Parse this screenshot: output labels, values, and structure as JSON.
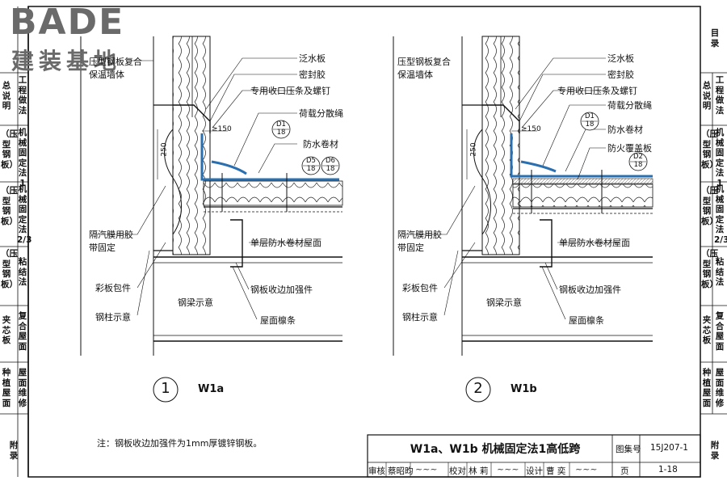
{
  "logo": {
    "main": "BADE",
    "sub": "建装基地"
  },
  "sidebar": {
    "items": [
      {
        "text": "目录",
        "col2": ""
      },
      {
        "text": "总说明",
        "col2": "工程做法"
      },
      {
        "text": "（压型钢板）",
        "col2": "机械固定法1"
      },
      {
        "text": "（压型钢板）",
        "col2": "机械固定法2/3"
      },
      {
        "text": "（压型钢板）",
        "col2": "粘结法"
      },
      {
        "text": "夹芯板",
        "col2": "复合屋面"
      },
      {
        "text": "种植屋面",
        "col2": "屋面维修"
      },
      {
        "text": "附录",
        "col2": ""
      }
    ]
  },
  "fig1": {
    "labels": {
      "top_left_a": "压型钢板复合",
      "top_left_b": "保温墙体",
      "flashing": "泛水板",
      "sealant": "密封胶",
      "strip": "专用收口压条及螺钉",
      "rope": "荷载分散绳",
      "membrane": "防水卷材",
      "tape_a": "隔汽膜用胶",
      "tape_b": "带固定",
      "single_layer": "单层防水卷材屋面",
      "wrap": "彩板包件",
      "stiffener": "钢板收边加强件",
      "beam": "钢梁示意",
      "column": "钢柱示意",
      "purlin": "屋面檩条",
      "dim_150": "≥150",
      "dim_250": "250"
    },
    "badges": [
      {
        "top": "D1",
        "bottom": "18"
      },
      {
        "top": "D5",
        "bottom": "18"
      },
      {
        "top": "D6",
        "bottom": "18"
      }
    ],
    "number": "1",
    "name": "W1a"
  },
  "fig2": {
    "labels": {
      "top_left_a": "压型钢板复合",
      "top_left_b": "保温墙体",
      "flashing": "泛水板",
      "sealant": "密封胶",
      "strip": "专用收口压条及螺钉",
      "rope": "荷载分散绳",
      "membrane": "防水卷材",
      "fire_board": "防火覆盖板",
      "tape_a": "隔汽膜用胶",
      "tape_b": "带固定",
      "single_layer": "单层防水卷材屋面",
      "wrap": "彩板包件",
      "stiffener": "钢板收边加强件",
      "beam": "钢梁示意",
      "column": "钢柱示意",
      "purlin": "屋面檩条",
      "dim_150": "≥150",
      "dim_250": "250"
    },
    "badges": [
      {
        "top": "D1",
        "bottom": "18"
      },
      {
        "top": "D2",
        "bottom": "18"
      }
    ],
    "number": "2",
    "name": "W1b"
  },
  "note": "注：钢板收边加强件为1mm厚镀锌钢板。",
  "title_block": {
    "title": "W1a、W1b 机械固定法1高低跨",
    "atlas_label": "图集号",
    "atlas_no": "15J207-1",
    "review_label": "审核",
    "reviewer": "蔡昭昀",
    "check_label": "校对",
    "checker": "林 莉",
    "design_label": "设计",
    "designer": "曹 奕",
    "page_label": "页",
    "page_no": "1-18"
  },
  "colors": {
    "membrane": "#2a6fb0",
    "line": "#111111",
    "logo": "#6a6a6a"
  }
}
